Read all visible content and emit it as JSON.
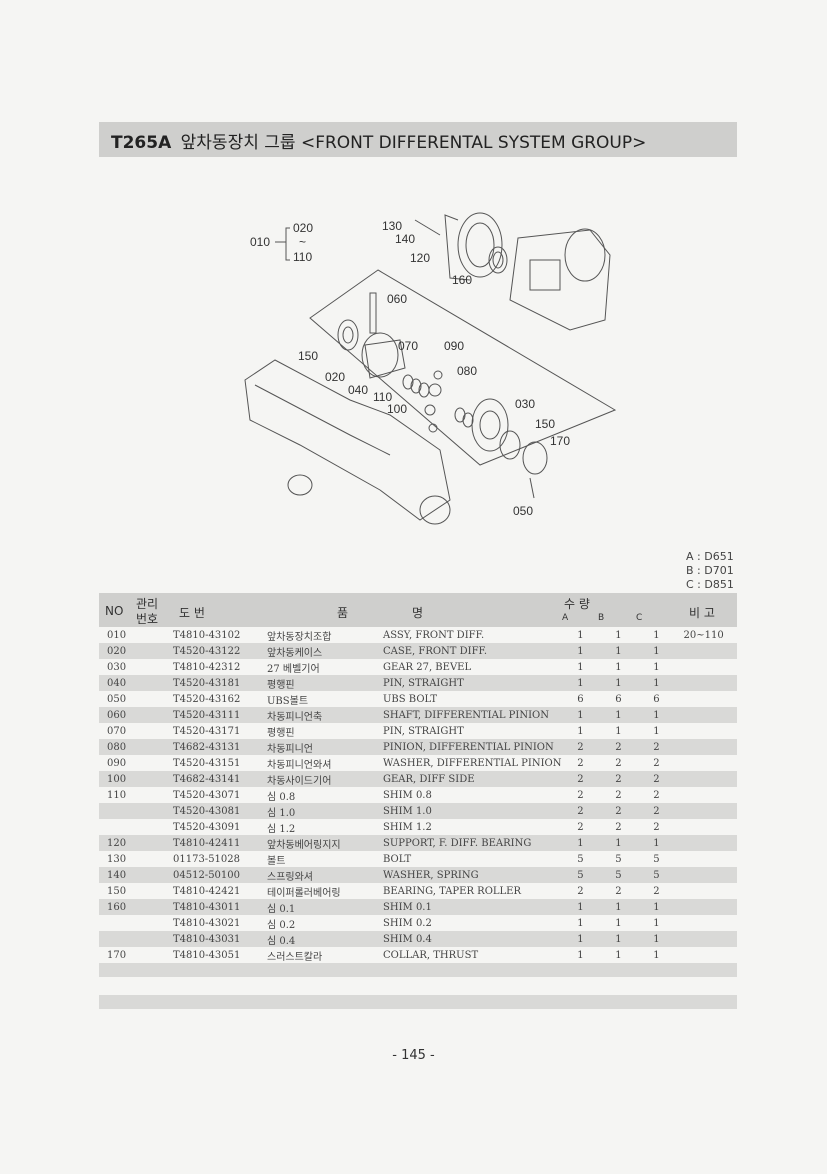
{
  "title": {
    "code": "T265A",
    "text": "앞차동장치 그룹 <FRONT DIFFERENTAL SYSTEM GROUP>"
  },
  "figure_labels": {
    "l010": "010",
    "l020a": "020",
    "ltilde": "~",
    "l110a": "110",
    "l130": "130",
    "l140": "140",
    "l120": "120",
    "l160": "160",
    "l060": "060",
    "l150a": "150",
    "l070": "070",
    "l090": "090",
    "l020b": "020",
    "l080": "080",
    "l040": "040",
    "l110b": "110",
    "l100": "100",
    "l030": "030",
    "l150b": "150",
    "l170": "170",
    "l050": "050"
  },
  "legend": [
    "A : D651",
    "B : D701",
    "C : D851"
  ],
  "header": {
    "no": "NO",
    "mgmt_top": "관리",
    "mgmt_bottom": "번호",
    "drawing": "도 번",
    "part_name_1": "품",
    "part_name_2": "명",
    "qty": "수 량",
    "a": "A",
    "b": "B",
    "c": "C",
    "note": "비 고"
  },
  "rows": [
    {
      "no": "010",
      "part": "T4810-43102",
      "ko": "앞차동장치조합",
      "en": "ASSY, FRONT DIFF.",
      "a": "1",
      "b": "1",
      "c": "1",
      "note": "20~110"
    },
    {
      "no": "020",
      "part": "T4520-43122",
      "ko": "앞차동케이스",
      "en": "CASE, FRONT DIFF.",
      "a": "1",
      "b": "1",
      "c": "1",
      "note": ""
    },
    {
      "no": "030",
      "part": "T4810-42312",
      "ko": "27 베벨기어",
      "en": "GEAR 27, BEVEL",
      "a": "1",
      "b": "1",
      "c": "1",
      "note": ""
    },
    {
      "no": "040",
      "part": "T4520-43181",
      "ko": "평행핀",
      "en": "PIN, STRAIGHT",
      "a": "1",
      "b": "1",
      "c": "1",
      "note": ""
    },
    {
      "no": "050",
      "part": "T4520-43162",
      "ko": "UBS볼트",
      "en": "UBS BOLT",
      "a": "6",
      "b": "6",
      "c": "6",
      "note": ""
    },
    {
      "no": "060",
      "part": "T4520-43111",
      "ko": "차동피니언축",
      "en": "SHAFT, DIFFERENTIAL PINION",
      "a": "1",
      "b": "1",
      "c": "1",
      "note": ""
    },
    {
      "no": "070",
      "part": "T4520-43171",
      "ko": "평행핀",
      "en": "PIN, STRAIGHT",
      "a": "1",
      "b": "1",
      "c": "1",
      "note": ""
    },
    {
      "no": "080",
      "part": "T4682-43131",
      "ko": "차동피니언",
      "en": "PINION, DIFFERENTIAL PINION",
      "a": "2",
      "b": "2",
      "c": "2",
      "note": ""
    },
    {
      "no": "090",
      "part": "T4520-43151",
      "ko": "차동피니언와셔",
      "en": "WASHER, DIFFERENTIAL PINION",
      "a": "2",
      "b": "2",
      "c": "2",
      "note": ""
    },
    {
      "no": "100",
      "part": "T4682-43141",
      "ko": "차동사이드기어",
      "en": "GEAR, DIFF SIDE",
      "a": "2",
      "b": "2",
      "c": "2",
      "note": ""
    },
    {
      "no": "110",
      "part": "T4520-43071",
      "ko": "심 0.8",
      "en": "SHIM 0.8",
      "a": "2",
      "b": "2",
      "c": "2",
      "note": ""
    },
    {
      "no": "",
      "part": "T4520-43081",
      "ko": "심 1.0",
      "en": "SHIM 1.0",
      "a": "2",
      "b": "2",
      "c": "2",
      "note": ""
    },
    {
      "no": "",
      "part": "T4520-43091",
      "ko": "심 1.2",
      "en": "SHIM 1.2",
      "a": "2",
      "b": "2",
      "c": "2",
      "note": ""
    },
    {
      "no": "120",
      "part": "T4810-42411",
      "ko": "앞차동베어링지지",
      "en": "SUPPORT, F. DIFF. BEARING",
      "a": "1",
      "b": "1",
      "c": "1",
      "note": ""
    },
    {
      "no": "130",
      "part": "01173-51028",
      "ko": "볼트",
      "en": "BOLT",
      "a": "5",
      "b": "5",
      "c": "5",
      "note": ""
    },
    {
      "no": "140",
      "part": "04512-50100",
      "ko": "스프링와셔",
      "en": "WASHER, SPRING",
      "a": "5",
      "b": "5",
      "c": "5",
      "note": ""
    },
    {
      "no": "150",
      "part": "T4810-42421",
      "ko": "테이퍼롤러베어링",
      "en": "BEARING, TAPER ROLLER",
      "a": "2",
      "b": "2",
      "c": "2",
      "note": ""
    },
    {
      "no": "160",
      "part": "T4810-43011",
      "ko": "심 0.1",
      "en": "SHIM 0.1",
      "a": "1",
      "b": "1",
      "c": "1",
      "note": ""
    },
    {
      "no": "",
      "part": "T4810-43021",
      "ko": "심 0.2",
      "en": "SHIM 0.2",
      "a": "1",
      "b": "1",
      "c": "1",
      "note": ""
    },
    {
      "no": "",
      "part": "T4810-43031",
      "ko": "심 0.4",
      "en": "SHIM 0.4",
      "a": "1",
      "b": "1",
      "c": "1",
      "note": ""
    },
    {
      "no": "170",
      "part": "T4810-43051",
      "ko": "스러스트칼라",
      "en": "COLLAR, THRUST",
      "a": "1",
      "b": "1",
      "c": "1",
      "note": ""
    }
  ],
  "page_number": "- 145 -"
}
